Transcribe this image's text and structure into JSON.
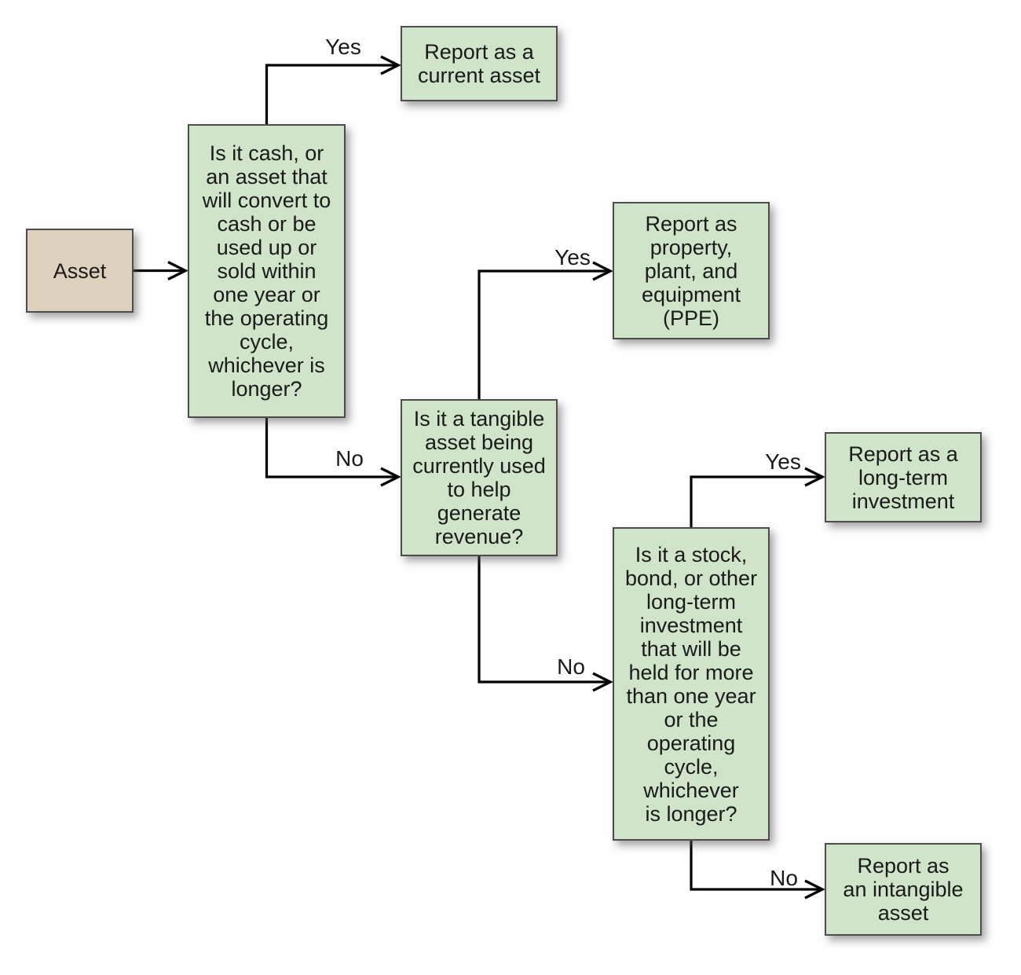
{
  "diagram": {
    "colors": {
      "background": "#ffffff",
      "question_fill": "#cfe4c9",
      "start_fill": "#ddd1bd",
      "border": "#4c4c4c",
      "line": "#000000",
      "text": "#1a1a1a"
    },
    "nodes": {
      "asset": {
        "label": "Asset"
      },
      "q_cash": {
        "label": "Is it cash, or\nan asset that\nwill convert to\ncash or be\nused up or\nsold within\none year or\nthe operating\ncycle,\nwhichever is\nlonger?"
      },
      "report_current": {
        "label": "Report as a\ncurrent asset"
      },
      "q_tangible": {
        "label": "Is it a tangible\nasset being\ncurrently used\nto help\ngenerate\nrevenue?"
      },
      "report_ppe": {
        "label": "Report as\nproperty,\nplant, and\nequipment\n(PPE)"
      },
      "q_investment": {
        "label": "Is it a stock,\nbond, or other\nlong-term\ninvestment\nthat will be\nheld for more\nthan one year\nor the\noperating\ncycle,\nwhichever\nis longer?"
      },
      "report_lti": {
        "label": "Report as a\nlong-term\ninvestment"
      },
      "report_intangible": {
        "label": "Report as\nan intangible\nasset"
      }
    },
    "edge_labels": {
      "yes1": "Yes",
      "no1": "No",
      "yes2": "Yes",
      "no2": "No",
      "yes3": "Yes",
      "no3": "No"
    }
  }
}
